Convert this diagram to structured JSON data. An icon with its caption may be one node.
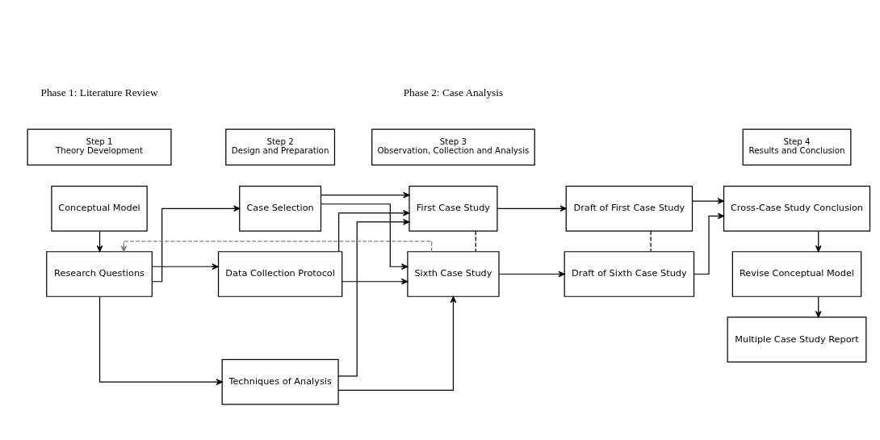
{
  "diagram": {
    "nodes": [
      {
        "text": [
          "Step 1",
          "Theory Development"
        ]
      },
      {
        "text": [
          "Step 2",
          "Design and Preparation"
        ]
      },
      {
        "text": [
          "Step 3",
          "Observation, Collection and Analysis"
        ]
      },
      {
        "text": [
          "Step 4",
          "Results and Conclusion"
        ]
      },
      {
        "text": [
          "Conceptual Model"
        ]
      },
      {
        "text": [
          "Research Questions"
        ]
      },
      {
        "text": [
          "Case Selection"
        ]
      },
      {
        "text": [
          "Data Collection Protocol"
        ]
      },
      {
        "text": [
          "Techniques of Analysis"
        ]
      },
      {
        "text": [
          "First Case Study"
        ]
      },
      {
        "text": [
          "Sixth Case Study"
        ]
      },
      {
        "text": [
          "Draft of First Case Study"
        ]
      },
      {
        "text": [
          "Draft of Sixth Case Study"
        ]
      },
      {
        "text": [
          "Cross-Case Study Conclusion"
        ]
      },
      {
        "text": [
          "Revise Conceptual Model"
        ]
      },
      {
        "text": [
          "Multiple Case Study Report"
        ]
      }
    ],
    "edges": [
      {
        "from": 4,
        "to": 5,
        "arrow": "to"
      },
      {
        "from": 5,
        "to": 6,
        "arrow": "to"
      },
      {
        "from": 5,
        "to": 7,
        "arrow": "to"
      },
      {
        "from": 5,
        "to": 8,
        "arrow": "to"
      },
      {
        "from": 6,
        "to": 9,
        "arrow": "to"
      },
      {
        "from": 6,
        "to": 10,
        "arrow": "to"
      },
      {
        "from": 7,
        "to": 9,
        "arrow": "to"
      },
      {
        "from": 7,
        "to": 10,
        "arrow": "to"
      },
      {
        "from": 8,
        "to": 9,
        "arrow": "to"
      },
      {
        "from": 8,
        "to": 10,
        "arrow": "to"
      },
      {
        "from": 9,
        "to": 11,
        "arrow": "to"
      },
      {
        "from": 10,
        "to": 12,
        "arrow": "to"
      },
      {
        "from": 9,
        "to": 10,
        "arrow": "none",
        "style": "dashed"
      },
      {
        "from": 11,
        "to": 12,
        "arrow": "none",
        "style": "dashed"
      },
      {
        "from": 11,
        "to": 13,
        "arrow": "to"
      },
      {
        "from": 12,
        "to": 13,
        "arrow": "to"
      },
      {
        "from": 13,
        "to": 14,
        "arrow": "to"
      },
      {
        "from": 14,
        "to": 15,
        "arrow": "to"
      },
      {
        "from": 10,
        "to": 5,
        "arrow": "to",
        "style": "dashed",
        "color": "#808080"
      }
    ],
    "labels": [
      "Phase 1: Literature Review",
      "Phase 2: Case Analysis"
    ]
  }
}
